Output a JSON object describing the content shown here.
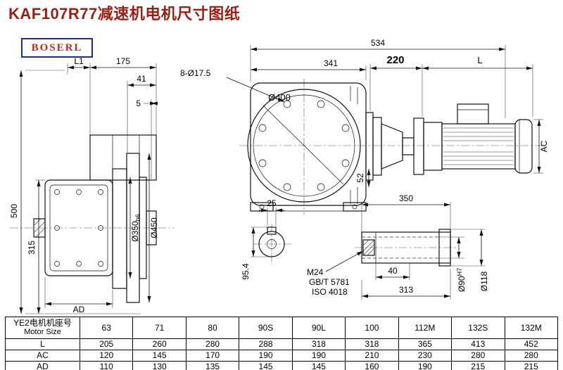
{
  "page": {
    "title": "KAF107R77减速机电机尺寸图纸",
    "brand": "BOSERL"
  },
  "colors": {
    "title_color": "#981f15",
    "brand_text": "#c0251c",
    "brand_border": "#1f2d7a"
  },
  "side_view": {
    "dim_500": "500",
    "dim_315": "315",
    "dim_L1": "L1",
    "dim_175": "175",
    "dim_41": "41",
    "dim_5": "5",
    "dim_AD": "AD",
    "dim_d350": "Ø350",
    "dim_d350_tol": "h6",
    "dim_d450": "Ø450"
  },
  "front_view": {
    "dim_534": "534",
    "dim_341": "341",
    "dim_bolt_holes": "8-Ø17.5",
    "dim_d400": "Ø400",
    "dim_52": "52",
    "dim_220": "220",
    "dim_L": "L",
    "dim_AC": "AC"
  },
  "shaft_end_view": {
    "dim_25": "25",
    "dim_95_4": "95.4",
    "note_m24": "M24",
    "note_gb": "GB/T 5781",
    "note_iso": "ISO 4018"
  },
  "shaft_detail": {
    "dim_350": "350",
    "dim_40": "40",
    "dim_313": "313",
    "dim_d90": "Ø90",
    "dim_d90_tol": "H7",
    "dim_d118": "Ø118"
  },
  "table": {
    "header_cn": "YE2电机机座号",
    "header_en": "Motor Size",
    "columns": [
      "63",
      "71",
      "80",
      "90S",
      "90L",
      "100",
      "112M",
      "132S",
      "132M"
    ],
    "rows": [
      {
        "label": "L",
        "values": [
          "205",
          "260",
          "280",
          "288",
          "318",
          "318",
          "365",
          "413",
          "452"
        ]
      },
      {
        "label": "AC",
        "values": [
          "120",
          "145",
          "170",
          "190",
          "190",
          "210",
          "230",
          "280",
          "280"
        ]
      },
      {
        "label": "AD",
        "values": [
          "110",
          "130",
          "135",
          "145",
          "145",
          "160",
          "190",
          "215",
          "215"
        ]
      }
    ]
  }
}
